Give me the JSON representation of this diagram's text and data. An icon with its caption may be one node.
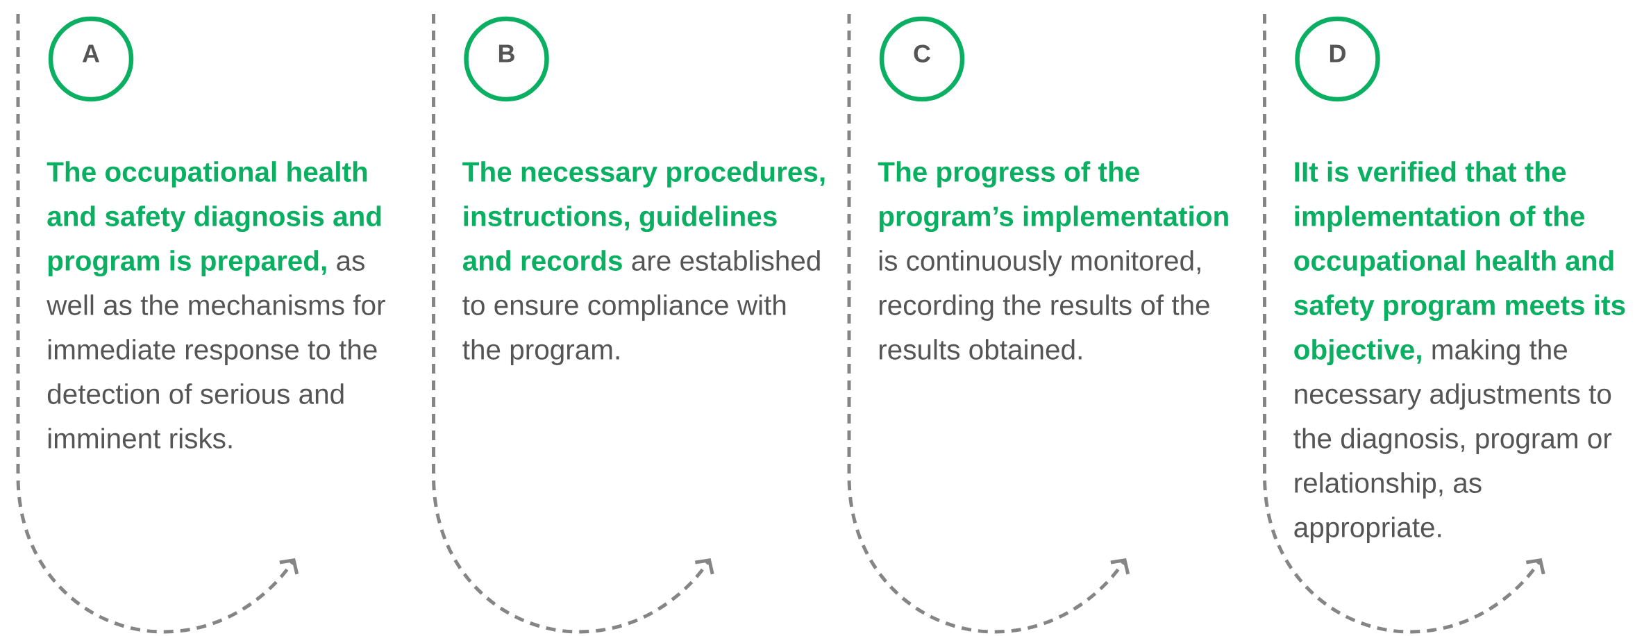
{
  "diagram": {
    "nodes": [
      {
        "text": [
          "A"
        ]
      },
      {
        "text": [
          "B"
        ]
      },
      {
        "text": [
          "C"
        ]
      },
      {
        "text": [
          "D"
        ]
      }
    ],
    "labels": [
      "**The occupational health and safety diagnosis and program is prepared,** as well as the mechanisms for immediate response to the detection of serious and imminent risks.",
      "**The necessary procedures, instructions, guidelines and records** are established to ensure compliance with the program.",
      "**The progress of the program’s implementation** is continuously monitored, recording the results of the results obtained.",
      "**IIt is verified that the implementation of the occupational health and safety program meets its objective,** making the necessary adjustments to the diagnosis, program or relationship, as appropriate."
    ]
  }
}
